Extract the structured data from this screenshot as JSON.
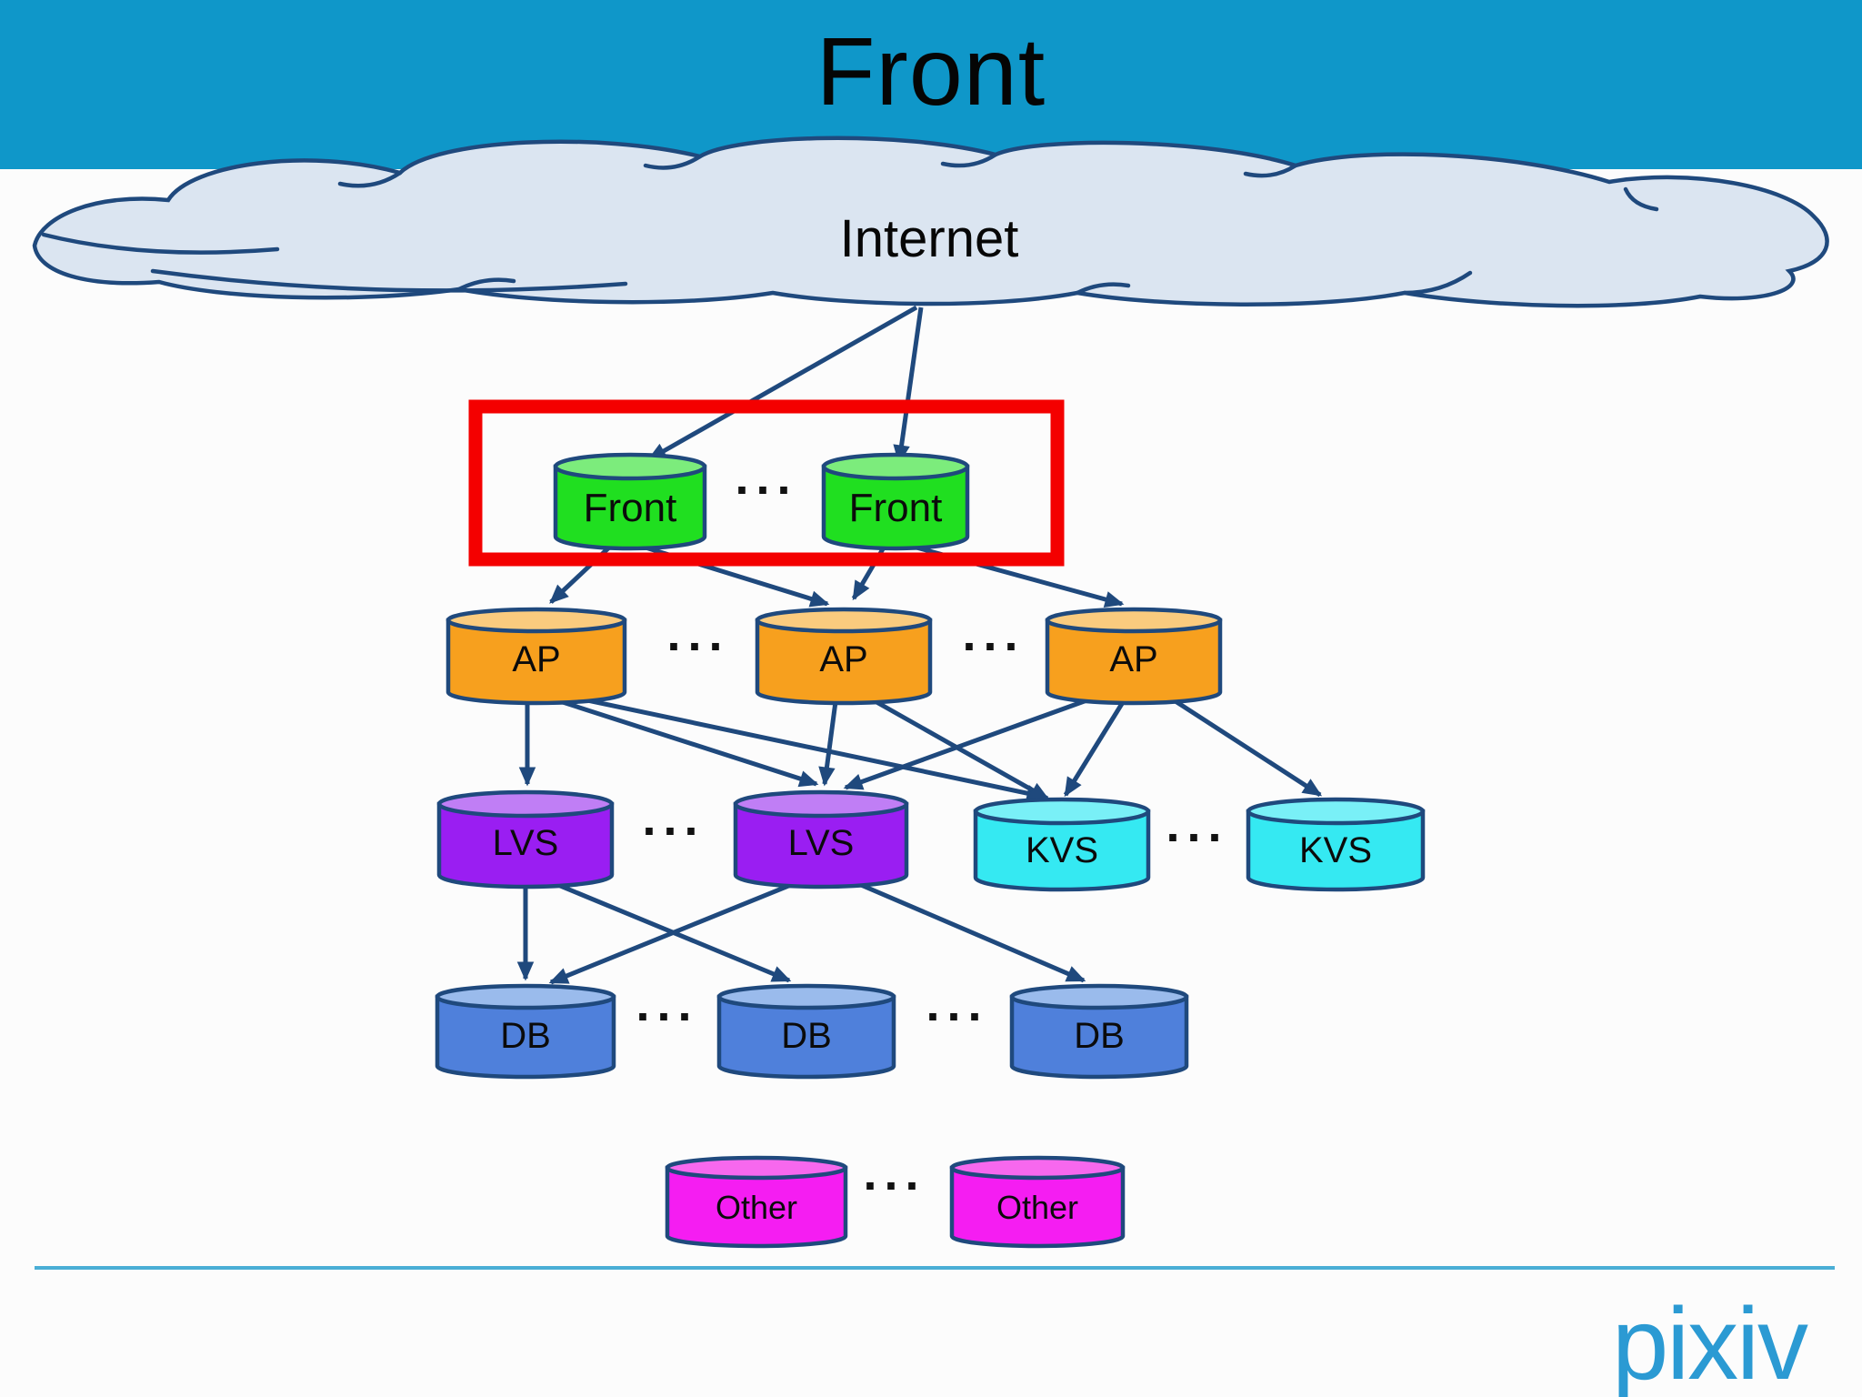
{
  "slide": {
    "title": "Front",
    "footer_logo": "pixiv"
  },
  "diagram": {
    "cloud_label": "Internet",
    "ellipsis": "...",
    "nodes": {
      "front1": "Front",
      "front2": "Front",
      "ap1": "AP",
      "ap2": "AP",
      "ap3": "AP",
      "lvs1": "LVS",
      "lvs2": "LVS",
      "kvs1": "KVS",
      "kvs2": "KVS",
      "db1": "DB",
      "db2": "DB",
      "db3": "DB",
      "other1": "Other",
      "other2": "Other"
    }
  },
  "colors": {
    "slide_bg": "#fcfcfc",
    "header_blue": "#0f97c9",
    "cloud_fill": "#dbe5f1",
    "outline_navy": "#1f497d",
    "arrow_navy": "#1f497d",
    "highlight_red": "#f40000",
    "front_body_green": "#20df20",
    "front_top_green": "#7cec7c",
    "ap_body_orange": "#f7a01e",
    "ap_top_orange": "#facb7e",
    "lvs_body_purple": "#9a1ef2",
    "lvs_top_purple": "#c07ef5",
    "kvs_body_cyan": "#35e9f2",
    "kvs_top_cyan": "#79f0f7",
    "db_body_blue": "#4f80db",
    "db_top_blue": "#9abbec",
    "other_body_magenta": "#f51df2",
    "other_top_magenta": "#f768ee",
    "divider_blue": "#4aaed6",
    "logo_blue": "#2b9ad3"
  }
}
